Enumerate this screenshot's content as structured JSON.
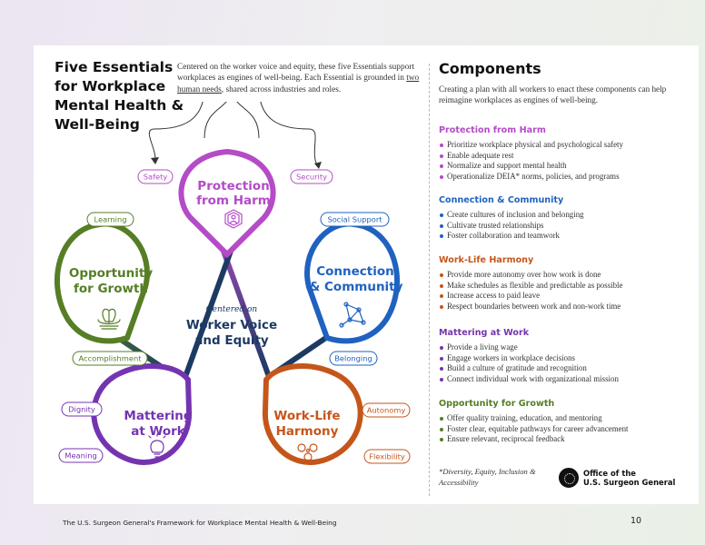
{
  "title": "Five Essentials for Workplace Mental Health & Well-Being",
  "intro": {
    "before": "Centered on the worker voice and equity, these five Essentials support workplaces as engines of well-being. Each Essential is grounded in ",
    "needs": "two human needs",
    "after": ", shared across industries and roles."
  },
  "center": {
    "sub": "Centered on",
    "line1": "Worker Voice",
    "line2": "and Equity"
  },
  "essentials": {
    "protection": {
      "line1": "Protection",
      "line2": "from Harm",
      "needs": [
        "Safety",
        "Security"
      ]
    },
    "connection": {
      "line1": "Connection",
      "line2": "& Community",
      "needs": [
        "Social Support",
        "Belonging"
      ]
    },
    "worklife": {
      "line1": "Work-Life",
      "line2": "Harmony",
      "needs": [
        "Autonomy",
        "Flexibility"
      ]
    },
    "mattering": {
      "line1": "Mattering",
      "line2": "at Work",
      "needs": [
        "Dignity",
        "Meaning"
      ]
    },
    "growth": {
      "line1": "Opportunity",
      "line2": "for Growth",
      "needs": [
        "Learning",
        "Accomplishment"
      ]
    }
  },
  "colors": {
    "protection": "#b44bc7",
    "connection": "#1f62c0",
    "worklife": "#c5561a",
    "mattering": "#7434b0",
    "growth": "#567e25",
    "navy": "#1d3a63"
  },
  "components": {
    "title": "Components",
    "intro": "Creating a plan with all workers to enact these components can help reimagine workplaces as engines of well-being.",
    "sections": [
      {
        "heading": "Protection from Harm",
        "items": [
          "Prioritize workplace physical and psychological safety",
          "Enable adequate rest",
          "Normalize and support mental health",
          "Operationalize DEIA* norms, policies, and programs"
        ]
      },
      {
        "heading": "Connection & Community",
        "items": [
          "Create cultures of inclusion and belonging",
          "Cultivate trusted relationships",
          "Foster collaboration and teamwork"
        ]
      },
      {
        "heading": "Work-Life Harmony",
        "items": [
          "Provide more autonomy over how work is done",
          "Make schedules as flexible and predictable as possible",
          "Increase access to paid leave",
          "Respect boundaries between work and non-work time"
        ]
      },
      {
        "heading": "Mattering at Work",
        "items": [
          "Provide a living wage",
          "Engage workers in workplace decisions",
          "Build a culture of gratitude and recognition",
          "Connect individual work with organizational mission"
        ]
      },
      {
        "heading": "Opportunity for Growth",
        "items": [
          "Offer quality training, education, and mentoring",
          "Foster clear, equitable pathways for career advancement",
          "Ensure relevant, reciprocal feedback"
        ]
      }
    ]
  },
  "footnote": "*Diversity, Equity, Inclusion & Accessibility",
  "logo": {
    "text": "Office of the\nU.S. Surgeon General"
  },
  "footer": {
    "title": "The U.S. Surgeon General's Framework for Workplace Mental Health & Well-Being",
    "page": "10"
  }
}
